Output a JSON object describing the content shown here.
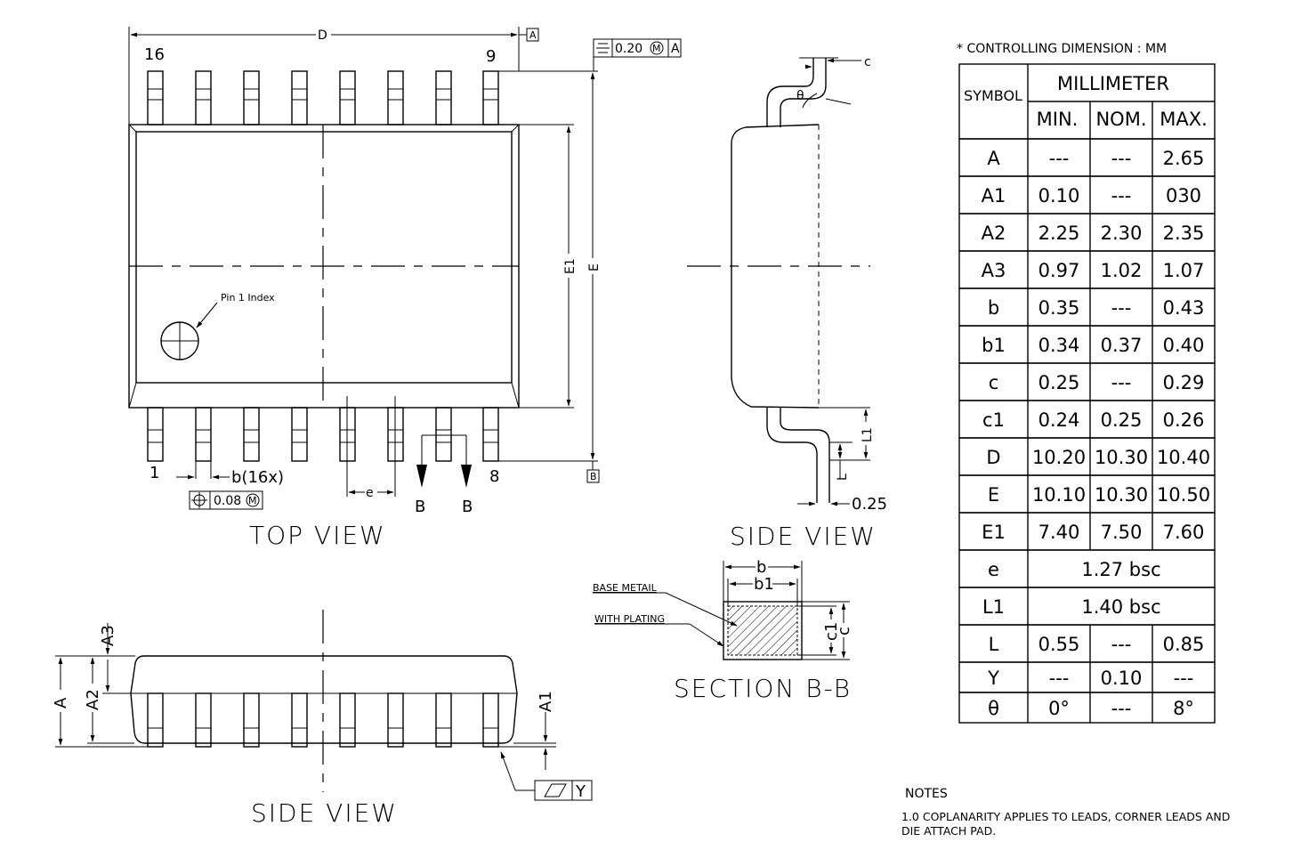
{
  "top_view": {
    "caption": "TOP VIEW",
    "dim_D": "D",
    "dim_E": "E",
    "dim_E1": "E1",
    "dim_b": "b(16x)",
    "dim_e": "e",
    "pin_16": "16",
    "pin_9": "9",
    "pin_1": "1",
    "pin_8": "8",
    "pin1_index": "Pin 1 Index",
    "datum_A": "A",
    "datum_B": "B",
    "tol_position": "0.08",
    "tol_position_mod": "M",
    "tol_sym": "0.20",
    "tol_sym_mod": "M",
    "tol_sym_ref": "A",
    "section_left": "B",
    "section_right": "B"
  },
  "side_view_right": {
    "caption": "SIDE VIEW",
    "dim_c": "c",
    "dim_theta": "θ",
    "dim_L1": "L1",
    "dim_L": "L",
    "dim_025": "0.25"
  },
  "side_view_bottom": {
    "caption": "SIDE VIEW",
    "dim_A": "A",
    "dim_A1": "A1",
    "dim_A2": "A2",
    "dim_A3": "A3",
    "datum_Y": "Y"
  },
  "section": {
    "caption": "SECTION B-B",
    "base_metal": "BASE METAIL",
    "with_plating": "WITH PLATING",
    "dim_b": "b",
    "dim_b1": "b1",
    "dim_c": "c",
    "dim_c1": "c1"
  },
  "table": {
    "controlling": "* CONTROLLING DIMENSION : MM",
    "symbol_header": "SYMBOL",
    "unit_header": "MILLIMETER",
    "col_min": "MIN.",
    "col_nom": "NOM.",
    "col_max": "MAX.",
    "rows": [
      {
        "sym": "A",
        "min": "---",
        "nom": "---",
        "max": "2.65"
      },
      {
        "sym": "A1",
        "min": "0.10",
        "nom": "---",
        "max": "030"
      },
      {
        "sym": "A2",
        "min": "2.25",
        "nom": "2.30",
        "max": "2.35"
      },
      {
        "sym": "A3",
        "min": "0.97",
        "nom": "1.02",
        "max": "1.07"
      },
      {
        "sym": "b",
        "min": "0.35",
        "nom": "---",
        "max": "0.43"
      },
      {
        "sym": "b1",
        "min": "0.34",
        "nom": "0.37",
        "max": "0.40"
      },
      {
        "sym": "c",
        "min": "0.25",
        "nom": "---",
        "max": "0.29"
      },
      {
        "sym": "c1",
        "min": "0.24",
        "nom": "0.25",
        "max": "0.26"
      },
      {
        "sym": "D",
        "min": "10.20",
        "nom": "10.30",
        "max": "10.40"
      },
      {
        "sym": "E",
        "min": "10.10",
        "nom": "10.30",
        "max": "10.50"
      },
      {
        "sym": "E1",
        "min": "7.40",
        "nom": "7.50",
        "max": "7.60"
      },
      {
        "sym": "e",
        "span": "1.27  bsc"
      },
      {
        "sym": "L1",
        "span": "1.40  bsc"
      },
      {
        "sym": "L",
        "min": "0.55",
        "nom": "---",
        "max": "0.85"
      },
      {
        "sym": "Y",
        "min": "---",
        "nom": "0.10",
        "max": "---"
      },
      {
        "sym": "θ",
        "min": "0°",
        "nom": "---",
        "max": "8°"
      }
    ]
  },
  "notes": {
    "title": "NOTES",
    "line1": "1.0 COPLANARITY APPLIES TO LEADS, CORNER LEADS AND",
    "line2": "DIE ATTACH PAD."
  }
}
